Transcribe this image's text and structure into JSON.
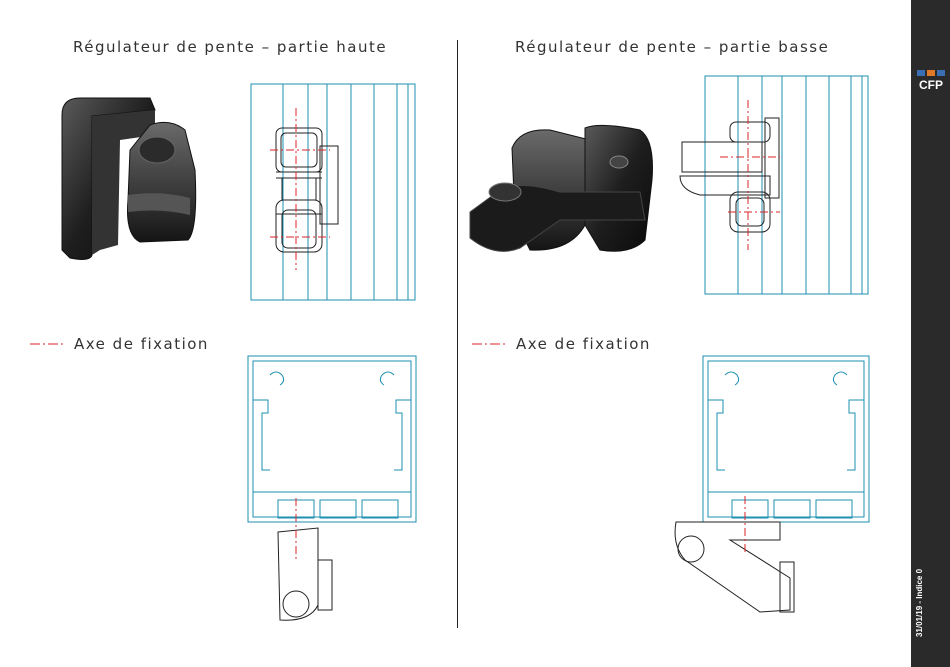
{
  "left": {
    "title": "Régulateur de pente – partie haute",
    "legend": "Axe de fixation"
  },
  "right": {
    "title": "Régulateur de pente – partie basse",
    "legend": "Axe de fixation"
  },
  "sidebar": {
    "logo_text": "CFP",
    "version": "31/01/19 - Indice 0"
  },
  "colors": {
    "profile": "#1e90b0",
    "axis": "#d8262b",
    "part": "#222222",
    "sidebar": "#2a2a2a",
    "logo_blue": "#3a6fb5",
    "logo_orange": "#e07a2a"
  }
}
